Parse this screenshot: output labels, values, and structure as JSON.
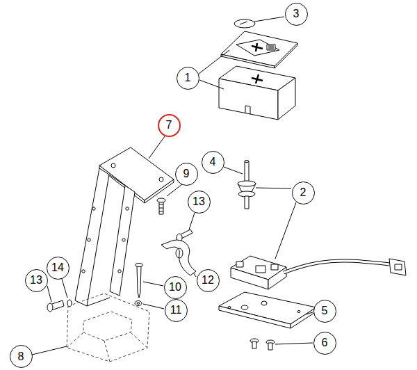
{
  "diagram": {
    "nodes": [
      {
        "text": [
          "3"
        ]
      },
      {
        "text": [
          "1"
        ]
      },
      {
        "text": [
          "7"
        ]
      },
      {
        "text": [
          "4"
        ]
      },
      {
        "text": [
          "9"
        ]
      },
      {
        "text": [
          "2"
        ]
      },
      {
        "text": [
          "13"
        ]
      },
      {
        "text": [
          "14"
        ]
      },
      {
        "text": [
          "13"
        ]
      },
      {
        "text": [
          "12"
        ]
      },
      {
        "text": [
          "10"
        ]
      },
      {
        "text": [
          "11"
        ]
      },
      {
        "text": [
          "5"
        ]
      },
      {
        "text": [
          "6"
        ]
      },
      {
        "text": [
          "8"
        ]
      }
    ]
  }
}
